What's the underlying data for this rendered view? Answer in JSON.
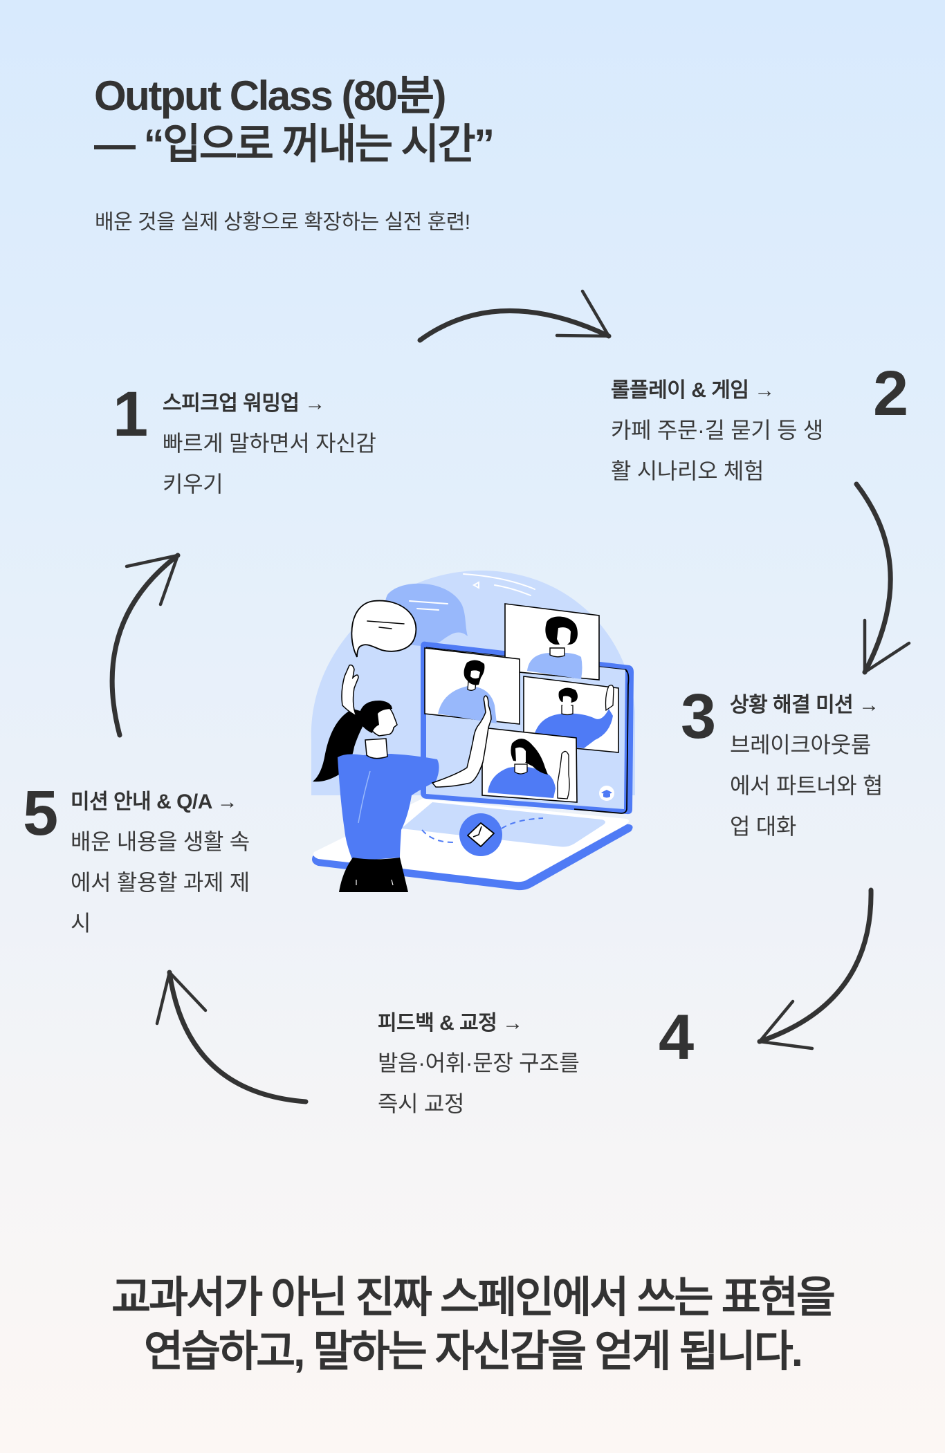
{
  "header": {
    "title_line1": "Output Class (80분)",
    "title_line2": "— “입으로 꺼내는 시간”",
    "subtitle": "배운 것을 실제 상황으로 확장하는 실전 훈련!"
  },
  "steps": [
    {
      "number": "1",
      "title": "스피크업 워밍업 →",
      "description_lines": [
        "빠르게 말하면서 자신감",
        "키우기"
      ]
    },
    {
      "number": "2",
      "title": "롤플레이 & 게임 →",
      "description_lines": [
        "카페 주문·길 묻기 등 생",
        "활 시나리오 체험"
      ]
    },
    {
      "number": "3",
      "title": "상황 해결 미션 →",
      "description_lines": [
        "브레이크아웃룸",
        "에서 파트너와 협",
        "업 대화"
      ]
    },
    {
      "number": "4",
      "title": "피드백 & 교정 →",
      "description_lines": [
        "발음·어휘·문장 구조를",
        "즉시 교정"
      ]
    },
    {
      "number": "5",
      "title": "미션 안내 & Q/A →",
      "description_lines": [
        "배운 내용을 생활 속",
        "에서 활용할 과제 제",
        "시"
      ]
    }
  ],
  "illustration": {
    "description": "woman in video call with four participants on laptop screen",
    "icons": [
      "speech-bubble-icon",
      "envelope-icon",
      "graduation-cap-icon"
    ]
  },
  "closing": {
    "line1": "교과서가 아닌 진짜 스페인에서 쓰는 표현을",
    "line2": "연습하고, 말하는 자신감을 얻게 됩니다."
  },
  "colors": {
    "text": "#333333",
    "accent_blue": "#4f7bf5",
    "light_blue": "#c9dcfd",
    "mid_blue": "#98b8fb",
    "bg_top": "#d8eafd",
    "bg_bottom": "#fcf7f4"
  }
}
